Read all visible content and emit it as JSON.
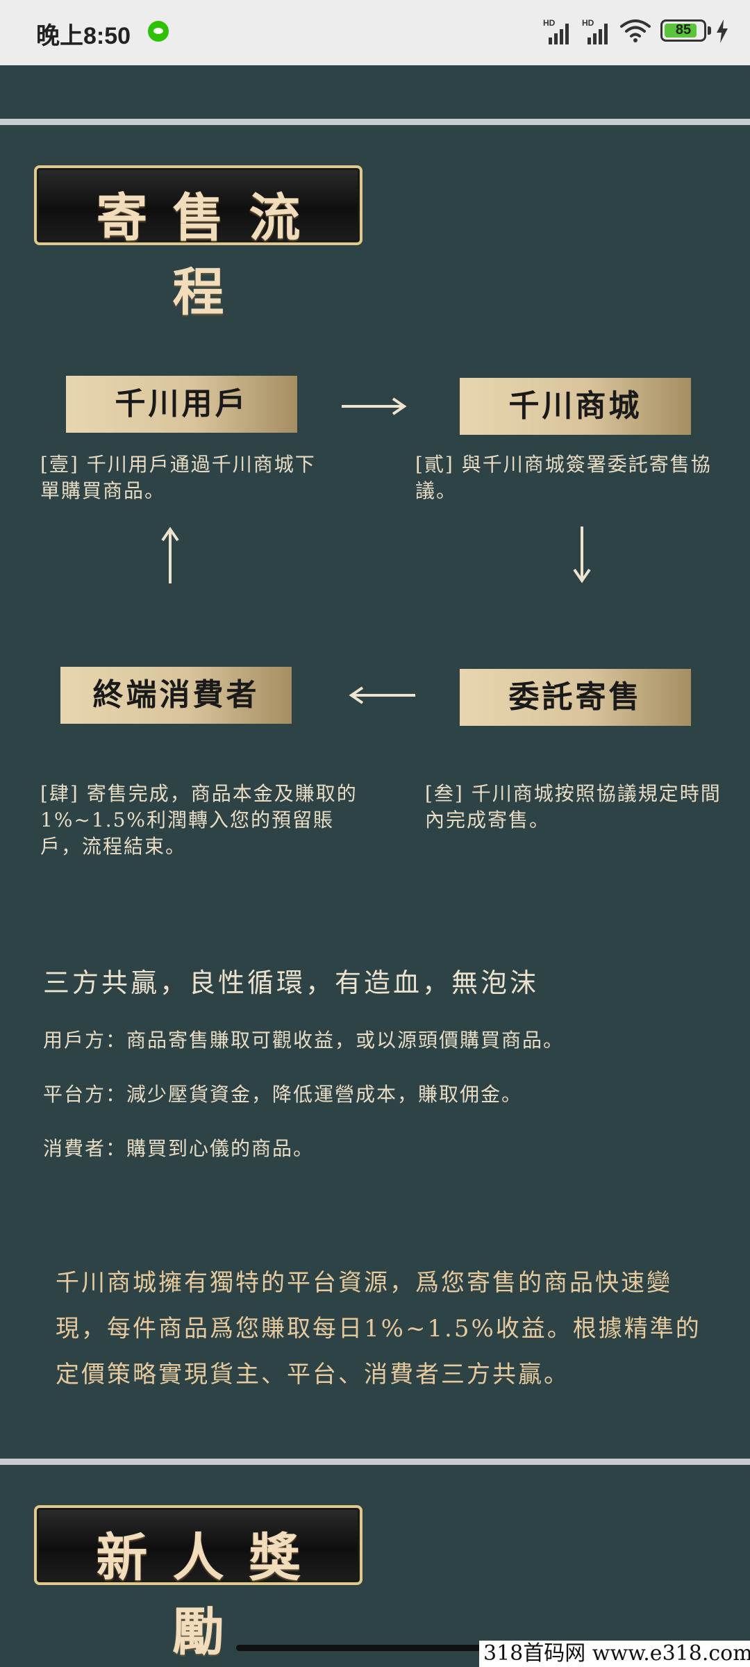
{
  "status_bar": {
    "time": "晚上8:50",
    "signal_label_1": "HD",
    "signal_label_2": "HD",
    "battery": "85",
    "battery_level": 0.85
  },
  "consign_section": {
    "title": "寄售流程",
    "nodes": {
      "user": "千川用戶",
      "mall": "千川商城",
      "consumer": "終端消費者",
      "consign": "委託寄售"
    },
    "steps": {
      "step1": "[壹]  千川用戶通過千川商城下單購買商品。",
      "step2": "[貳]  與千川商城簽署委託寄售協議。",
      "step3": "[叁]  千川商城按照協議規定時間內完成寄售。",
      "step4": "[肆]  寄售完成，商品本金及賺取的1%~1.5%利潤轉入您的預留賬戶，流程結束。"
    }
  },
  "win_win": {
    "headline": "三方共贏，良性循環，有造血，無泡沫",
    "bullets": [
      "用戶方：商品寄售賺取可觀收益，或以源頭價購買商品。",
      "平台方：減少壓貨資金，降低運營成本，賺取佣金。",
      "消費者：購買到心儀的商品。"
    ],
    "summary": "千川商城擁有獨特的平台資源，爲您寄售的商品快速變現，每件商品爲您賺取每日1%~1.5%收益。根據精準的定價策略實現貨主、平台、消費者三方共贏。"
  },
  "reward_section": {
    "title": "新人獎勵"
  },
  "watermark": "318首码网  www.e318.com",
  "colors": {
    "background": "#2d4346",
    "plaque_border": "#e0c98a",
    "label_gold": "#d9c49c",
    "summary_text": "#e6c99d"
  }
}
